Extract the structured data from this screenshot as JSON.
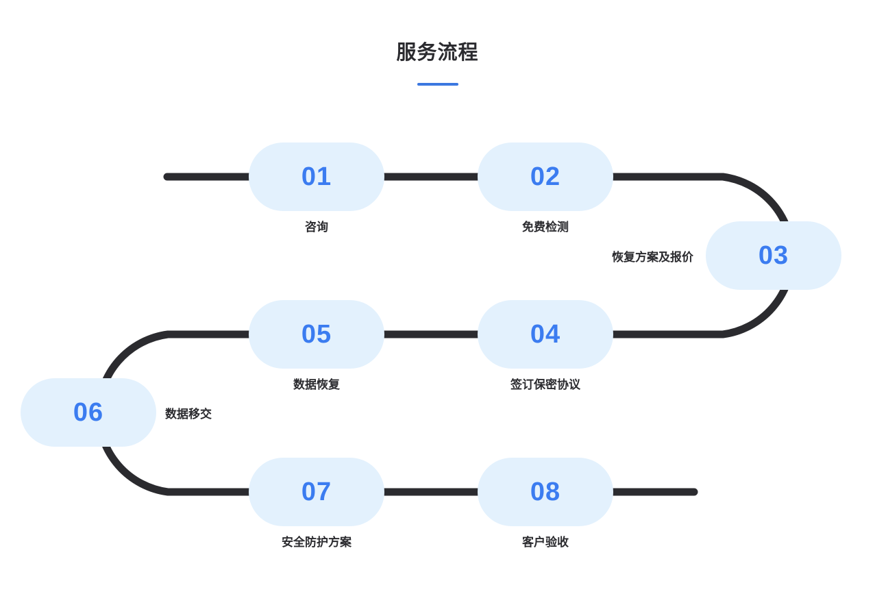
{
  "page": {
    "title": "服务流程",
    "background_color": "#ffffff"
  },
  "theme": {
    "pill_fill": "#e3f1fd",
    "number_color": "#3b7cf0",
    "connector_color": "#2b2b2f",
    "caption_color": "#2b2b2f",
    "accent_rule_color": "#3c78e0"
  },
  "diagram": {
    "type": "serpentine-process-flow",
    "node_count": 8,
    "rows": 3,
    "direction_row1": "left-to-right",
    "direction_row2": "right-to-left",
    "direction_row3": "left-to-right",
    "nodes": [
      {
        "number": "01",
        "label": "咨询",
        "row": 1,
        "label_position": "below"
      },
      {
        "number": "02",
        "label": "免费检测",
        "row": 1,
        "label_position": "below"
      },
      {
        "number": "03",
        "label": "恢复方案及报价",
        "row": 1.5,
        "label_position": "left"
      },
      {
        "number": "04",
        "label": "签订保密协议",
        "row": 2,
        "label_position": "below"
      },
      {
        "number": "05",
        "label": "数据恢复",
        "row": 2,
        "label_position": "below"
      },
      {
        "number": "06",
        "label": "数据移交",
        "row": 2.5,
        "label_position": "right"
      },
      {
        "number": "07",
        "label": "安全防护方案",
        "row": 3,
        "label_position": "below"
      },
      {
        "number": "08",
        "label": "客户验收",
        "row": 3,
        "label_position": "below"
      }
    ]
  }
}
